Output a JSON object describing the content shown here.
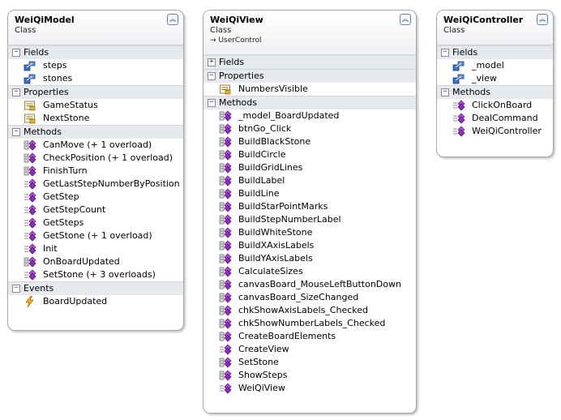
{
  "classes": [
    {
      "name": "WeiQiModel",
      "kind": "Class",
      "sections": [
        {
          "title": "Fields",
          "expanded": true,
          "members": [
            {
              "label": "steps",
              "icon": "field-icon"
            },
            {
              "label": "stones",
              "icon": "field-icon"
            }
          ]
        },
        {
          "title": "Properties",
          "expanded": true,
          "members": [
            {
              "label": "GameStatus",
              "icon": "property-icon"
            },
            {
              "label": "NextStone",
              "icon": "property-icon"
            }
          ]
        },
        {
          "title": "Methods",
          "expanded": true,
          "members": [
            {
              "label": "CanMove (+ 1 overload)",
              "icon": "private-method-icon"
            },
            {
              "label": "CheckPosition (+ 1 overload)",
              "icon": "private-method-icon"
            },
            {
              "label": "FinishTurn",
              "icon": "private-method-icon"
            },
            {
              "label": "GetLastStepNumberByPosition",
              "icon": "public-method-icon"
            },
            {
              "label": "GetStep",
              "icon": "public-method-icon"
            },
            {
              "label": "GetStepCount",
              "icon": "public-method-icon"
            },
            {
              "label": "GetSteps",
              "icon": "public-method-icon"
            },
            {
              "label": "GetStone (+ 1 overload)",
              "icon": "public-method-icon"
            },
            {
              "label": "Init",
              "icon": "public-method-icon"
            },
            {
              "label": "OnBoardUpdated",
              "icon": "private-method-icon"
            },
            {
              "label": "SetStone (+ 3 overloads)",
              "icon": "public-method-icon"
            }
          ]
        },
        {
          "title": "Events",
          "expanded": true,
          "members": [
            {
              "label": "BoardUpdated",
              "icon": "event-icon"
            }
          ]
        }
      ]
    },
    {
      "name": "WeiQiView",
      "kind": "Class",
      "base": "UserControl",
      "sections": [
        {
          "title": "Fields",
          "expanded": false,
          "members": []
        },
        {
          "title": "Properties",
          "expanded": true,
          "members": [
            {
              "label": "NumbersVisible",
              "icon": "property-icon"
            }
          ]
        },
        {
          "title": "Methods",
          "expanded": true,
          "members": [
            {
              "label": "_model_BoardUpdated",
              "icon": "private-method-icon"
            },
            {
              "label": "btnGo_Click",
              "icon": "private-method-icon"
            },
            {
              "label": "BuildBlackStone",
              "icon": "private-method-icon"
            },
            {
              "label": "BuildCircle",
              "icon": "private-method-icon"
            },
            {
              "label": "BuildGridLines",
              "icon": "private-method-icon"
            },
            {
              "label": "BuildLabel",
              "icon": "private-method-icon"
            },
            {
              "label": "BuildLine",
              "icon": "private-method-icon"
            },
            {
              "label": "BuildStarPointMarks",
              "icon": "private-method-icon"
            },
            {
              "label": "BuildStepNumberLabel",
              "icon": "private-method-icon"
            },
            {
              "label": "BuildWhiteStone",
              "icon": "private-method-icon"
            },
            {
              "label": "BuildXAxisLabels",
              "icon": "private-method-icon"
            },
            {
              "label": "BuildYAxisLabels",
              "icon": "private-method-icon"
            },
            {
              "label": "CalculateSizes",
              "icon": "private-method-icon"
            },
            {
              "label": "canvasBoard_MouseLeftButtonDown",
              "icon": "private-method-icon"
            },
            {
              "label": "canvasBoard_SizeChanged",
              "icon": "private-method-icon"
            },
            {
              "label": "chkShowAxisLabels_Checked",
              "icon": "private-method-icon"
            },
            {
              "label": "chkShowNumberLabels_Checked",
              "icon": "private-method-icon"
            },
            {
              "label": "CreateBoardElements",
              "icon": "private-method-icon"
            },
            {
              "label": "CreateView",
              "icon": "public-method-icon"
            },
            {
              "label": "SetStone",
              "icon": "private-method-icon"
            },
            {
              "label": "ShowSteps",
              "icon": "private-method-icon"
            },
            {
              "label": "WeiQiView",
              "icon": "public-method-icon"
            }
          ]
        }
      ]
    },
    {
      "name": "WeiQiController",
      "kind": "Class",
      "sections": [
        {
          "title": "Fields",
          "expanded": true,
          "members": [
            {
              "label": "_model",
              "icon": "field-icon"
            },
            {
              "label": "_view",
              "icon": "field-icon"
            }
          ]
        },
        {
          "title": "Methods",
          "expanded": true,
          "members": [
            {
              "label": "ClickOnBoard",
              "icon": "public-method-icon"
            },
            {
              "label": "DealCommand",
              "icon": "public-method-icon"
            },
            {
              "label": "WeiQiController",
              "icon": "public-method-icon"
            }
          ]
        }
      ]
    }
  ]
}
